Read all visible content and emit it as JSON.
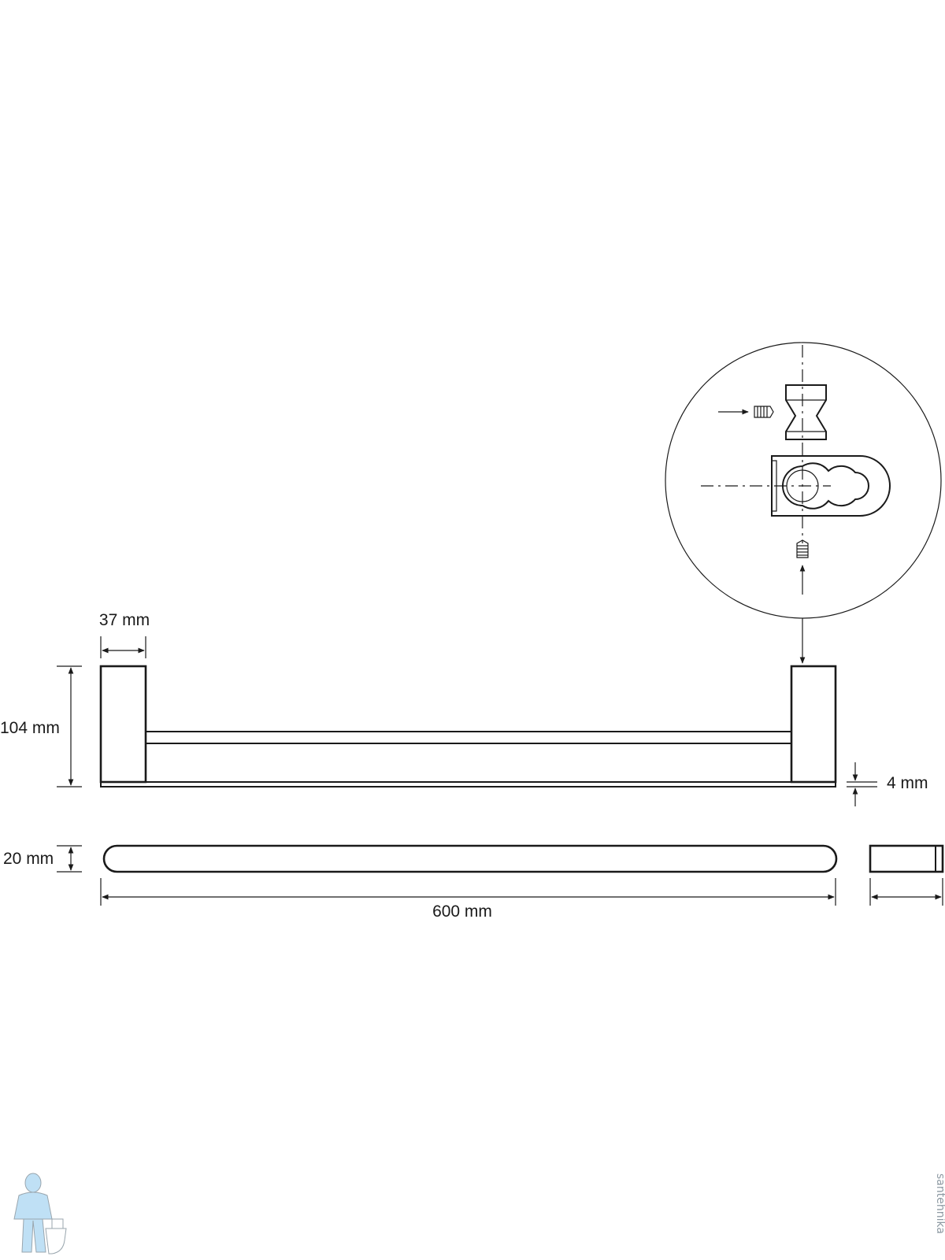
{
  "drawing": {
    "labels": {
      "width_37": "37 mm",
      "height_104": "104 mm",
      "thickness_4": "4 mm",
      "height_20": "20 mm",
      "length_600": "600 mm"
    },
    "watermark": {
      "text": "santehnika"
    },
    "colors": {
      "line": "#1a1a1a",
      "logo_blue": "#bfe0f5",
      "logo_gray": "#9aa6ae"
    }
  }
}
